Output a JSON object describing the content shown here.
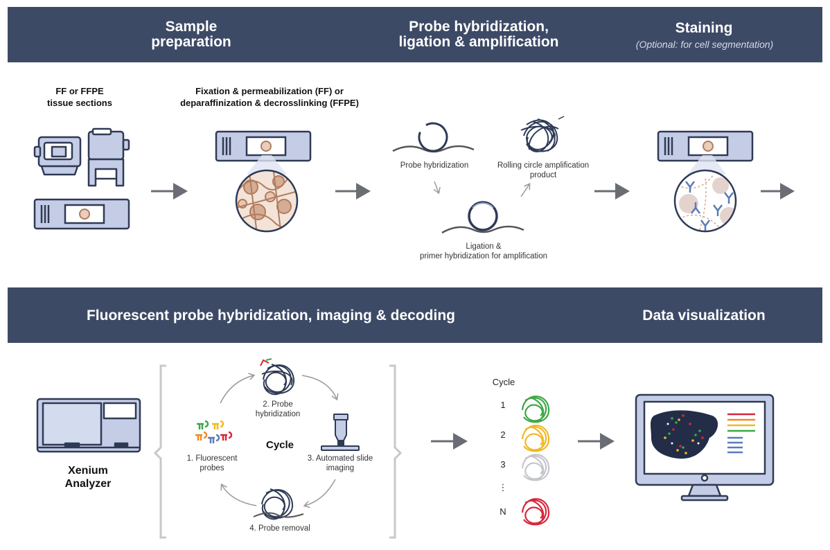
{
  "headers": {
    "sample_preparation": [
      "Sample",
      "preparation"
    ],
    "probe_hybridization": [
      "Probe hybridization,",
      "ligation & amplification"
    ],
    "staining": "Staining",
    "staining_note": "(Optional: for cell segmentation)",
    "fluorescent": "Fluorescent probe hybridization, imaging & decoding",
    "data_visualization": "Data visualization"
  },
  "labels": {
    "tissue_sections": [
      "FF or FFPE",
      "tissue sections"
    ],
    "fixation": [
      "Fixation & permeabilization (FF) or",
      "deparaffinization & decrosslinking (FFPE)"
    ],
    "probe_hyb": "Probe hybridization",
    "rolling_circle": [
      "Rolling circle amplification",
      "product"
    ],
    "ligation": [
      "Ligation &",
      "primer hybridization for amplification"
    ],
    "xenium": [
      "Xenium",
      "Analyzer"
    ],
    "cycle_center": "Cycle",
    "step1": [
      "1. Fluorescent",
      "probes"
    ],
    "step2": [
      "2. Probe",
      "hybridization"
    ],
    "step3": [
      "3. Automated slide",
      "imaging"
    ],
    "step4": "4. Probe removal",
    "cycle_header": "Cycle",
    "cycle_numbers": [
      "1",
      "2",
      "3",
      "⋮",
      "N"
    ]
  },
  "colors": {
    "band": "#3d4a66",
    "illustration_fill": "#c5cde6",
    "outline": "#2e3a55",
    "arrow": "#6a6d73",
    "tissue": "#b07c5e",
    "cycle_green": "#3ca845",
    "cycle_yellow": "#f2b824",
    "cycle_gray": "#c3c7cc",
    "cycle_red": "#d8263b"
  }
}
